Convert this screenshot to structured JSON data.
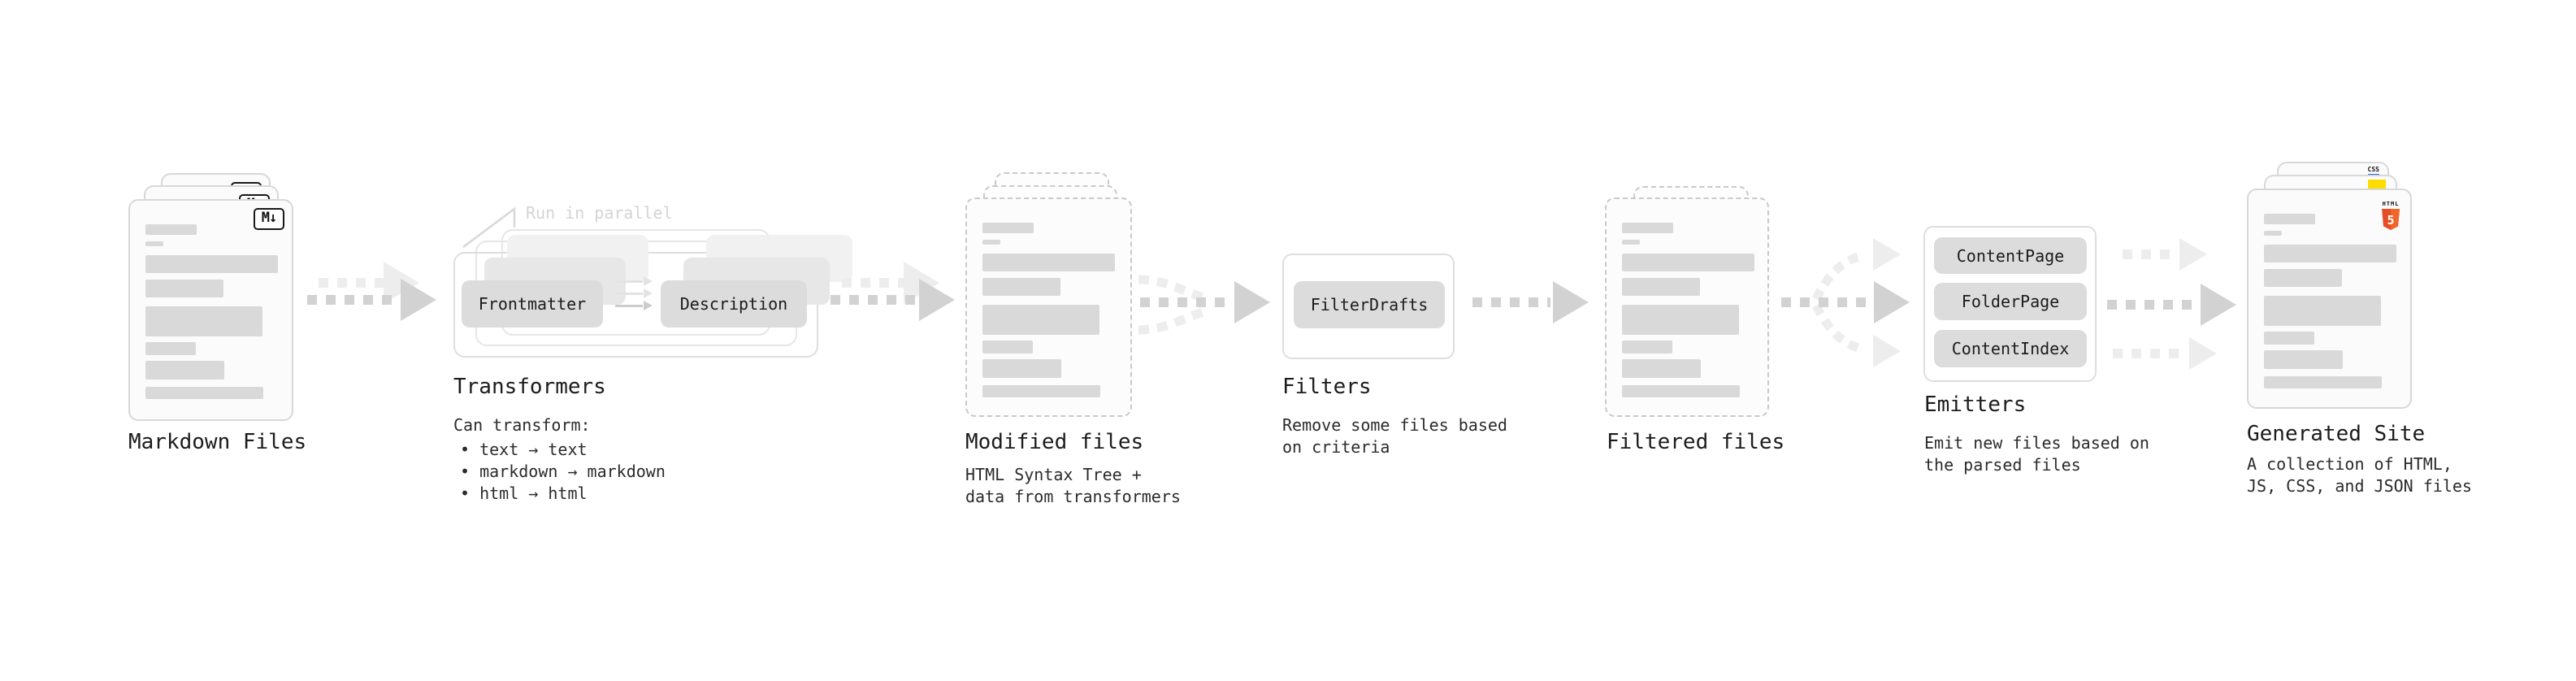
{
  "stages": {
    "markdown_files": {
      "label": "Markdown Files",
      "badge": "M↓"
    },
    "transformers": {
      "label": "Transformers",
      "note": "Run in parallel",
      "pills": [
        "Frontmatter",
        "Description"
      ],
      "desc_title": "Can transform:",
      "bullets": [
        "• text → text",
        "• markdown → markdown",
        "• html → html"
      ]
    },
    "modified_files": {
      "label": "Modified files",
      "desc": [
        "HTML Syntax Tree +",
        "data from transformers"
      ]
    },
    "filters": {
      "label": "Filters",
      "pills": [
        "FilterDrafts"
      ],
      "desc": [
        "Remove some files based",
        "on criteria"
      ]
    },
    "filtered_files": {
      "label": "Filtered files"
    },
    "emitters": {
      "label": "Emitters",
      "pills": [
        "ContentPage",
        "FolderPage",
        "ContentIndex"
      ],
      "desc": [
        "Emit new files based on",
        "the parsed files"
      ]
    },
    "generated_site": {
      "label": "Generated Site",
      "desc": [
        "A collection of HTML,",
        "JS, CSS, and JSON files"
      ],
      "badges": {
        "css": "CSS",
        "html_word": "HTML",
        "html_number": "5"
      }
    }
  },
  "colors": {
    "ink": "#1c1c1c",
    "ink2": "#2b2b2b",
    "note_gray": "#d4d4d4",
    "card_border": "#d8d8d8",
    "dash_border": "#c9c9c9",
    "skeleton": "#d9d9d9",
    "pill_bg": "#dcdcdc",
    "arrow": "#d2d2d2",
    "arrow_faint": "#ededed",
    "js_yellow": "#ffdc00",
    "css_blue": "#2965f1",
    "html5_orange": "#e44d26",
    "html5_orange_light": "#f16529"
  }
}
